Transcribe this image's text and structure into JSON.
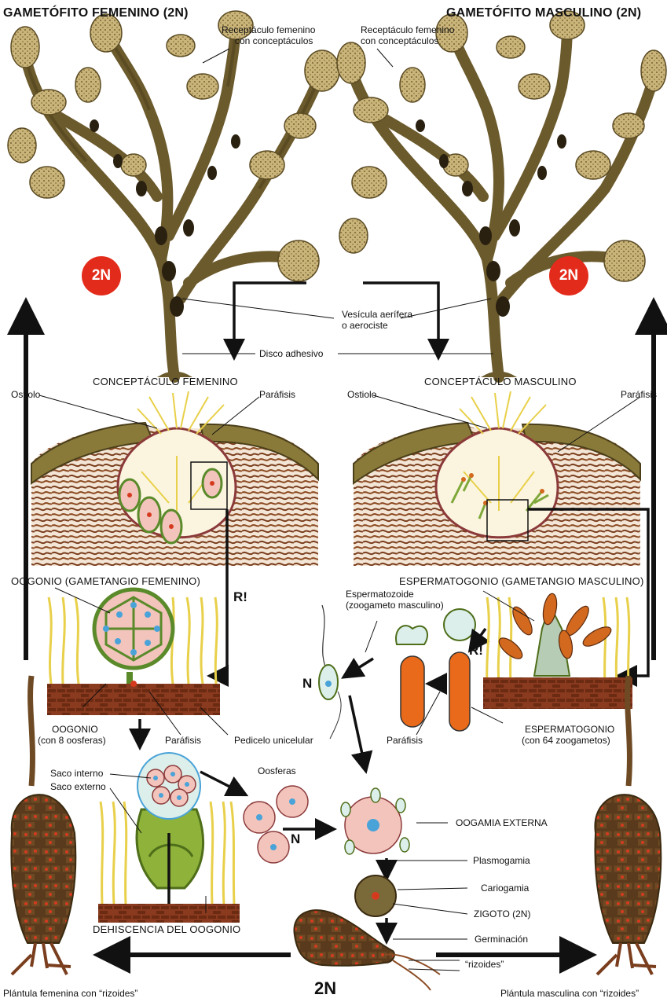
{
  "titles": {
    "female": "GAMETÓFITO FEMENINO (2N)",
    "male": "GAMETÓFITO MASCULINO (2N)"
  },
  "ploidy": {
    "left": "2N",
    "right": "2N",
    "bottom": "2N"
  },
  "labels": {
    "receptacle_female": [
      "Receptáculo femenino",
      "con conceptáculos"
    ],
    "receptacle_male": [
      "Receptáculo femenino",
      "con conceptáculos"
    ],
    "vesicle": [
      "Vesícula aerífera",
      "o aerociste"
    ],
    "holdfast": "Disco adhesivo",
    "conceptacle_female": "CONCEPTÁCULO FEMENINO",
    "conceptacle_male": "CONCEPTÁCULO MASCULINO",
    "ostiole_left": "Ostiolo",
    "ostiole_right": "Ostiolo",
    "paraphyses_left": "Paráfisis",
    "paraphyses_right": "Paráfisis",
    "oogonium_title": "OOGONIO (GAMETANGIO FEMENINO)",
    "spermatogonium_title": "ESPERMATOGONIO (GAMETANGIO MASCULINO)",
    "meiosis_left": "R!",
    "meiosis_right": "R!",
    "spermatozoid": [
      "Espermatozoide",
      "(zoogameto masculino)"
    ],
    "haploid_sperm": "N",
    "oogonium_8": [
      "OOGONIO",
      "(con 8 oosferas)"
    ],
    "paraphyses_mid": "Paráfisis",
    "pedicel": "Pedicelo unicelular",
    "paraphyses_male_low": "Paráfisis",
    "spermatogonium_64": [
      "ESPERMATOGONIO",
      "(con 64 zoogametos)"
    ],
    "inner_sac": "Saco interno",
    "outer_sac": "Saco externo",
    "oospheres": "Oosferas",
    "haploid_egg": "N",
    "external_oogamy": "OOGAMIA EXTERNA",
    "plasmogamy": "Plasmogamia",
    "karyogamy": "Cariogamia",
    "zygote": "ZIGOTO (2N)",
    "germination": "Germinación",
    "rhizoids": "“rizoides”",
    "dehiscence": "DEHISCENCIA DEL OOGONIO",
    "plantlet_female": "Plántula  femenina con “rizoides”",
    "plantlet_male": "Plántula masculina con “rizoides”"
  },
  "colors": {
    "thallus": "#6b5a2c",
    "thallus_light": "#c8b278",
    "ploidy_badge": "#e32b1b",
    "oogonium_fill": "#f2c4bc",
    "oogonium_wall": "#7fa83a",
    "paraphysis": "#e8d04a",
    "spermatogonium": "#d2691e",
    "tissue": "#7a3e1e"
  }
}
